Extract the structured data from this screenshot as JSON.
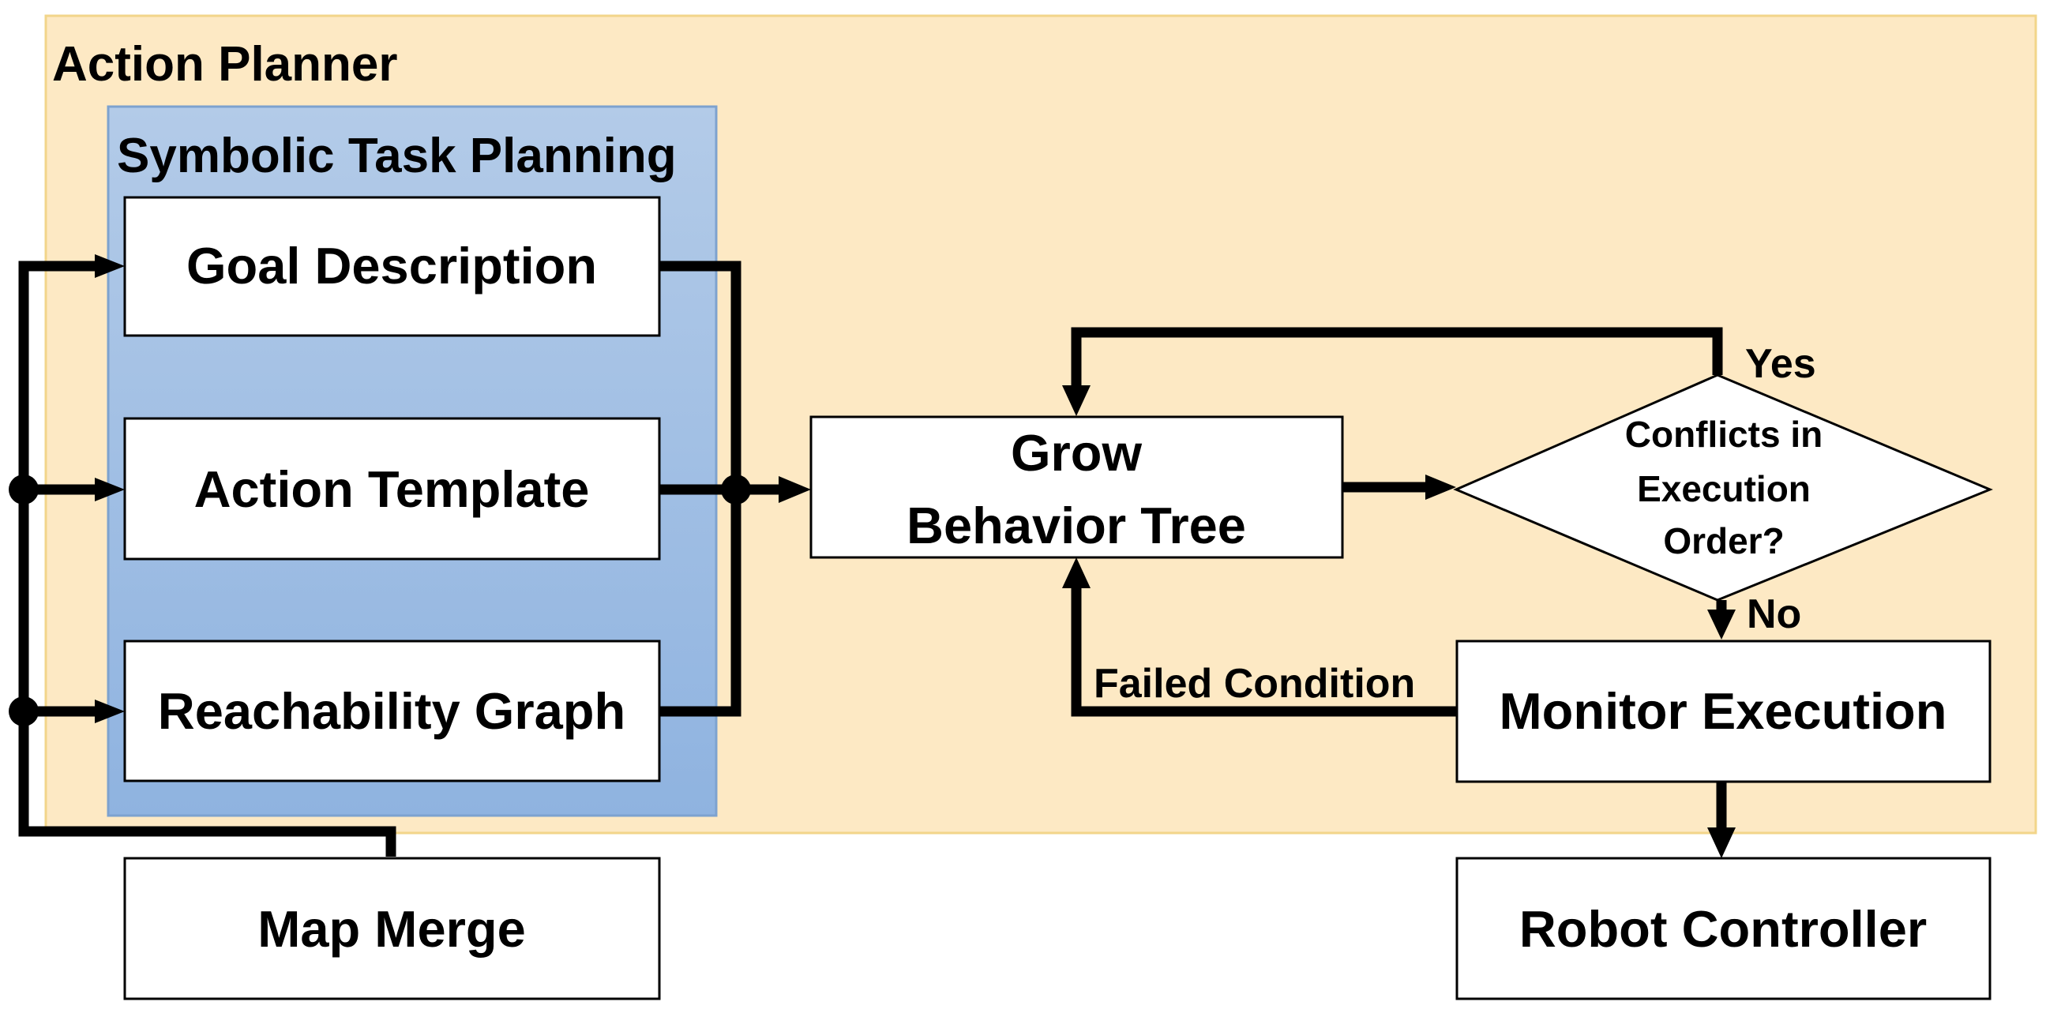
{
  "colors": {
    "action_planner_fill": "#fde9c4",
    "action_planner_border": "#f2d58a",
    "symbolic_fill_top": "#b3cbe8",
    "symbolic_fill_bottom": "#8fb3e0",
    "symbolic_border": "#7da2cf",
    "box_fill": "#ffffff",
    "stroke": "#000000"
  },
  "groups": {
    "action_planner": {
      "title": "Action Planner"
    },
    "symbolic_task_planning": {
      "title": "Symbolic Task Planning"
    }
  },
  "nodes": {
    "goal_description": {
      "label": "Goal Description"
    },
    "action_template": {
      "label": "Action Template"
    },
    "reachability_graph": {
      "label": "Reachability Graph"
    },
    "map_merge": {
      "label": "Map Merge"
    },
    "grow_behavior_tree": {
      "line1": "Grow",
      "line2": "Behavior Tree"
    },
    "conflicts_decision": {
      "line1": "Conflicts in",
      "line2": "Execution",
      "line3": "Order?"
    },
    "monitor_execution": {
      "label": "Monitor Execution"
    },
    "robot_controller": {
      "label": "Robot Controller"
    }
  },
  "edge_labels": {
    "yes": "Yes",
    "no": "No",
    "failed_condition": "Failed Condition"
  }
}
